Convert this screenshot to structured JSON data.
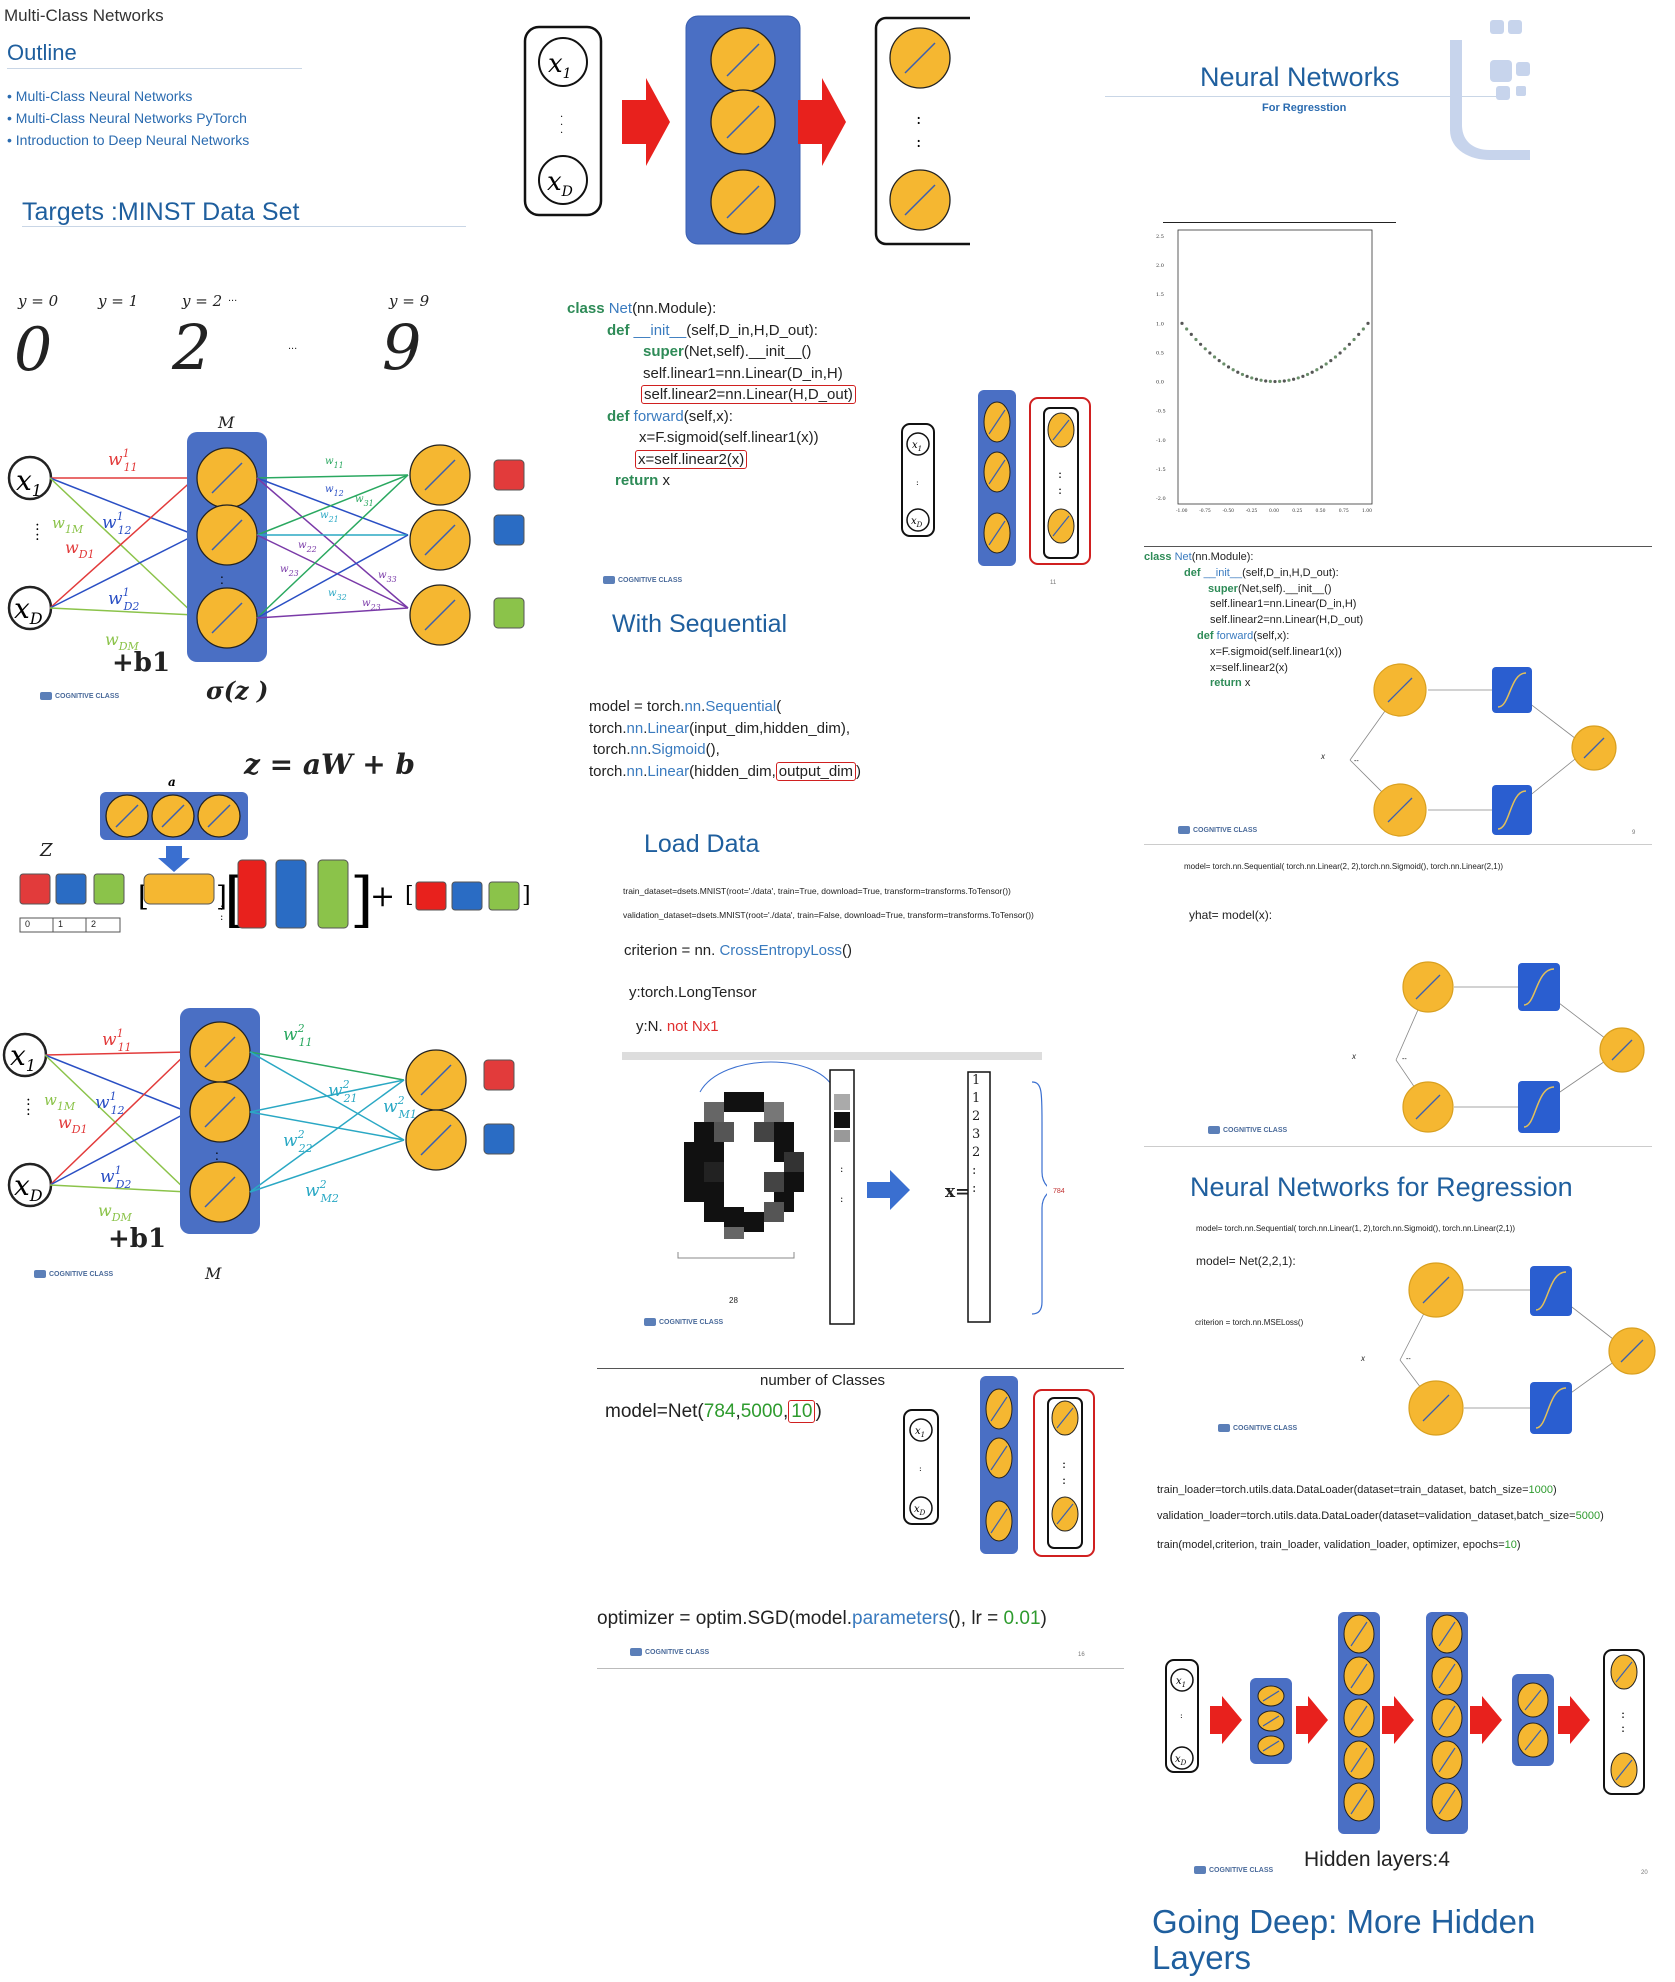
{
  "header": {
    "title": "Multi-Class Networks"
  },
  "outline": {
    "title": "Outline",
    "items": [
      "Multi-Class Neural Networks",
      "Multi-Class Neural Networks PyTorch",
      "Introduction to Deep Neural Networks"
    ]
  },
  "mnist": {
    "title": "Targets :MINST Data Set",
    "labels": [
      "y = 0",
      "y = 1",
      "y = 2",
      "y = 9"
    ],
    "ellipsis": "...",
    "digits": [
      "0",
      "2",
      "9"
    ]
  },
  "net1": {
    "m_label": "M",
    "bias": "+b1",
    "sigma": "σ(z )",
    "x1": "x",
    "xd": "x"
  },
  "zeq": {
    "formula": "z = aW + b",
    "a_label": "a",
    "z_label": "Z",
    "idx": [
      "0",
      "1",
      "2"
    ]
  },
  "net2": {
    "m_label": "M",
    "bias": "+b1"
  },
  "code1": {
    "line1a": "class ",
    "line1b": "Net",
    "line1c": "(nn.Module):",
    "line2a": "def ",
    "line2b": "__init__",
    "line2c": "(self,D_in,H,D_out):",
    "line3a": "super",
    "line3b": "(Net,self).__init__()",
    "line4": "self.linear1=nn.Linear(D_in,H)",
    "line5": "self.linear2=nn.Linear(H,D_out)",
    "line6a": "def ",
    "line6b": "forward",
    "line6c": "(self,x):",
    "line7": "x=F.sigmoid(self.linear1(x))",
    "line8": "x=self.linear2(x)",
    "line9a": "return ",
    "line9b": "x",
    "page": "11"
  },
  "sequential": {
    "title": "With Sequential",
    "l1a": "model = torch.",
    "l1b": "nn",
    "l1c": ".",
    "l1d": "Sequential",
    "l1e": "(",
    "l2a": "torch.",
    "l2b": "nn",
    "l2c": ".",
    "l2d": "Linear",
    "l2e": "(input_dim,hidden_dim),",
    "l3a": "torch.",
    "l3b": "nn",
    "l3c": ".",
    "l3d": "Sigmoid",
    "l3e": "(),",
    "l4a": "torch.",
    "l4b": "nn",
    "l4c": ".",
    "l4d": "Linear",
    "l4e": "(hidden_dim,",
    "l4f": "output_dim",
    "l4g": ")"
  },
  "loaddata": {
    "title": "Load Data",
    "l1": "train_dataset=dsets.MNIST(root='./data', train=True, download=True, transform=transforms.ToTensor())",
    "l2": "validation_dataset=dsets.MNIST(root='./data', train=False, download=True, transform=transforms.ToTensor())",
    "crit_a": "criterion = nn. ",
    "crit_b": "CrossEntropyLoss",
    "crit_c": "()",
    "ytype": "y:torch.LongTensor",
    "yn_a": "y:N. ",
    "yn_b": "not Nx1",
    "dim": "28",
    "xeq": "x=",
    "len": "784",
    "vec": [
      "1",
      "1",
      "2",
      "3",
      "2",
      ":",
      ":"
    ]
  },
  "modelnet": {
    "caption": "number of Classes",
    "a": "model=Net(",
    "b": "784",
    "c": ",",
    "d": "5000",
    "e": ",",
    "f": "10",
    "g": ")",
    "opt_a": "optimizer = optim.SGD(model.",
    "opt_b": "parameters",
    "opt_c": "(), lr = ",
    "opt_d": "0.01",
    "opt_e": ")",
    "page": "16"
  },
  "regression": {
    "title": "Neural Networks",
    "subtitle": "For Regresstion",
    "yticks": [
      "2.5",
      "2.0",
      "1.5",
      "1.0",
      "0.5",
      "0.0",
      "-0.5",
      "-1.0",
      "-1.5",
      "-2.0"
    ],
    "xticks": [
      "-1.00",
      "-0.75",
      "-0.50",
      "-0.25",
      "0.00",
      "0.25",
      "0.50",
      "0.75",
      "1.00"
    ]
  },
  "code2": {
    "l1a": "class ",
    "l1b": "Net",
    "l1c": "(nn.Module):",
    "l2a": "def ",
    "l2b": "__init__",
    "l2c": "(self,D_in,H,D_out):",
    "l3a": "super",
    "l3b": "(Net,self).__init__()",
    "l4": "self.linear1=nn.Linear(D_in,H)",
    "l5": "self.linear2=nn.Linear(H,D_out)",
    "l6a": "def ",
    "l6b": "forward",
    "l6c": "(self,x):",
    "l7": "x=F.sigmoid(self.linear1(x))",
    "l8": "x=self.linear2(x)",
    "l9a": "return ",
    "l9b": "x",
    "xlabel": "x",
    "page": "9"
  },
  "seqreg": {
    "l1": "model= torch.nn.Sequential( torch.nn.Linear(2, 2),torch.nn.Sigmoid(), torch.nn.Linear(2,1))",
    "yhat": "yhat= model(x):",
    "xlabel": "x"
  },
  "nnreg": {
    "title": "Neural Networks for Regression",
    "l1": "model= torch.nn.Sequential( torch.nn.Linear(1, 2),torch.nn.Sigmoid(), torch.nn.Linear(2,1))",
    "l2": "model= Net(2,2,1):",
    "l3": "criterion = torch.nn.MSELoss()",
    "xlabel": "x"
  },
  "loaders": {
    "l1a": "train_loader=torch.utils.data.DataLoader(dataset=train_dataset, batch_size=",
    "l1b": "1000",
    "l1c": ")",
    "l2a": "validation_loader=torch.utils.data.DataLoader(dataset=validation_dataset,batch_size=",
    "l2b": "5000",
    "l2c": ")",
    "l3a": "train(model,criterion, train_loader, validation_loader, optimizer, epochs=",
    "l3b": "10",
    "l3c": ")"
  },
  "deep": {
    "hidden": "Hidden layers:4",
    "title": "Going Deep: More Hidden Layers",
    "page": "20"
  },
  "logo_text": "COGNITIVE CLASS",
  "colors": {
    "accent_blue": "#1f5f9e",
    "neuron_yellow": "#f5b731",
    "layer_blue": "#4a6fc4",
    "arrow_red": "#e8211d",
    "red_out": "#e23b3b",
    "blue_out": "#2a6cc4",
    "green_out": "#8bc34a"
  }
}
